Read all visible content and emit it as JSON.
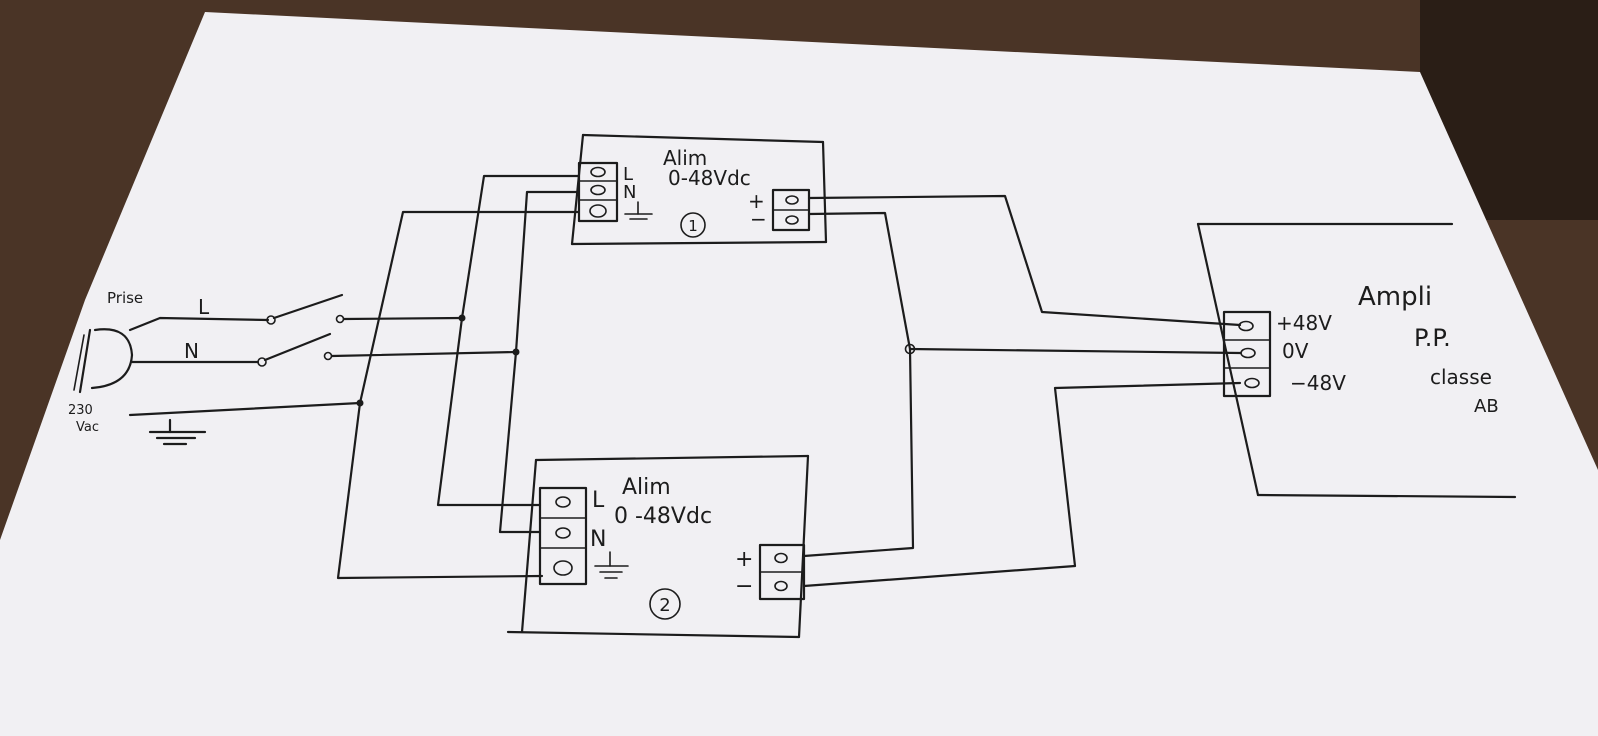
{
  "colors": {
    "table": "#4a3426",
    "paper": "#f1f0f3",
    "ink": "#1c1c1c"
  },
  "mains": {
    "plug_label": "Prise",
    "voltage_line1": "230",
    "voltage_line2": "Vac",
    "line_label": "L",
    "neutral_label": "N"
  },
  "psu1": {
    "title": "Alim",
    "rating": "0-48Vdc",
    "pin_l": "L",
    "pin_n": "N",
    "plus": "+",
    "minus": "−",
    "number": "1"
  },
  "psu2": {
    "title": "Alim",
    "rating": "0 -48Vdc",
    "pin_l": "L",
    "pin_n": "N",
    "plus": "+",
    "minus": "−",
    "number": "2"
  },
  "amp": {
    "title_line1": "Ampli",
    "title_line2": "P.P.",
    "title_line3": "classe",
    "title_line4": "AB",
    "term_pos": "+48V",
    "term_zero": "0V",
    "term_neg": "−48V"
  }
}
